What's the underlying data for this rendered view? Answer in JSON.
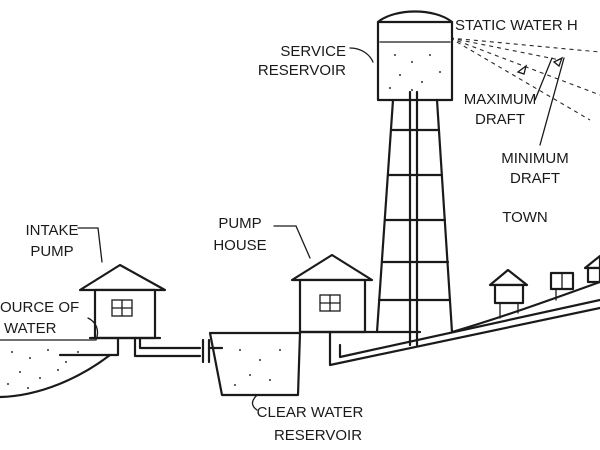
{
  "labels": {
    "static_water_head": "STATIC WATER H",
    "service_reservoir_1": "SERVICE",
    "service_reservoir_2": "RESERVOIR",
    "maximum_draft_1": "MAXIMUM",
    "maximum_draft_2": "DRAFT",
    "minimum_draft_1": "MINIMUM",
    "minimum_draft_2": "DRAFT",
    "town": "TOWN",
    "intake_pump_1": "INTAKE",
    "intake_pump_2": "PUMP",
    "pump_house_1": "PUMP",
    "pump_house_2": "HOUSE",
    "source_of_water_1": "OURCE OF",
    "source_of_water_2": "WATER",
    "clear_water_reservoir_1": "CLEAR WATER",
    "clear_water_reservoir_2": "RESERVOIR"
  },
  "colors": {
    "ink": "#1a1a1a",
    "background": "#ffffff"
  }
}
